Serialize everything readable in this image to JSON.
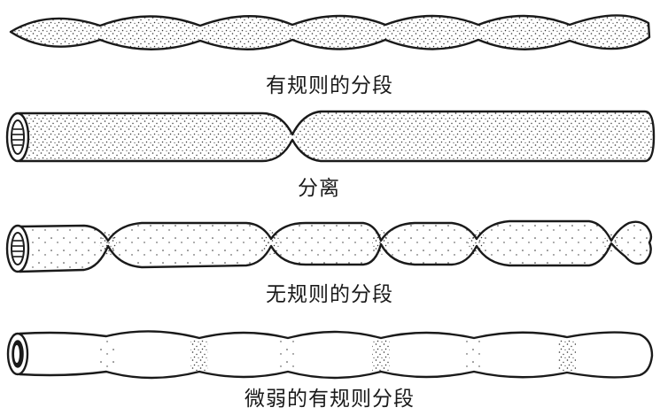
{
  "panels": [
    {
      "id": "regular",
      "caption": "有规则的分段"
    },
    {
      "id": "separation",
      "caption": "分离"
    },
    {
      "id": "irregular",
      "caption": "无规则的分段"
    },
    {
      "id": "weak",
      "caption": "微弱的有规则分段"
    }
  ],
  "colors": {
    "ink": "#1a1a1a",
    "stipple": "#333333",
    "background": "#ffffff"
  }
}
